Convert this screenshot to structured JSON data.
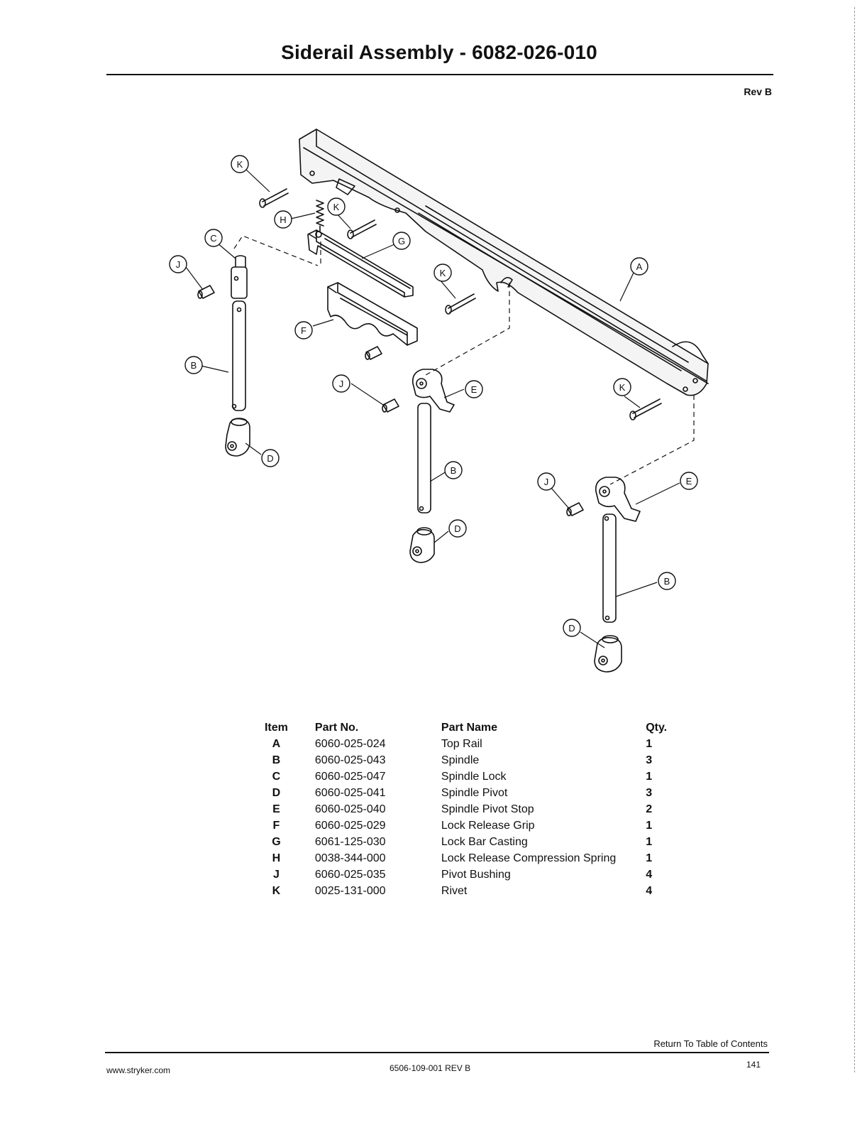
{
  "header": {
    "title": "Siderail Assembly - 6082-026-010",
    "revision": "Rev B"
  },
  "diagram": {
    "callouts": [
      "A",
      "B",
      "C",
      "D",
      "E",
      "F",
      "G",
      "H",
      "J",
      "K"
    ]
  },
  "parts_table": {
    "headers": {
      "item": "Item",
      "part_no": "Part No.",
      "part_name": "Part Name",
      "qty": "Qty."
    },
    "rows": [
      {
        "item": "A",
        "part_no": "6060-025-024",
        "part_name": "Top Rail",
        "qty": "1"
      },
      {
        "item": "B",
        "part_no": "6060-025-043",
        "part_name": "Spindle",
        "qty": "3"
      },
      {
        "item": "C",
        "part_no": "6060-025-047",
        "part_name": "Spindle Lock",
        "qty": "1"
      },
      {
        "item": "D",
        "part_no": "6060-025-041",
        "part_name": "Spindle Pivot",
        "qty": "3"
      },
      {
        "item": "E",
        "part_no": "6060-025-040",
        "part_name": "Spindle Pivot Stop",
        "qty": "2"
      },
      {
        "item": "F",
        "part_no": "6060-025-029",
        "part_name": "Lock Release Grip",
        "qty": "1"
      },
      {
        "item": "G",
        "part_no": "6061-125-030",
        "part_name": "Lock Bar Casting",
        "qty": "1"
      },
      {
        "item": "H",
        "part_no": "0038-344-000",
        "part_name": "Lock Release Compression Spring",
        "qty": "1"
      },
      {
        "item": "J",
        "part_no": "6060-025-035",
        "part_name": "Pivot Bushing",
        "qty": "4"
      },
      {
        "item": "K",
        "part_no": "0025-131-000",
        "part_name": "Rivet",
        "qty": "4"
      }
    ]
  },
  "footer": {
    "toc_link": "Return To Table of Contents",
    "website": "www.stryker.com",
    "doc_number": "6506-109-001 REV B",
    "page_number": "141"
  }
}
